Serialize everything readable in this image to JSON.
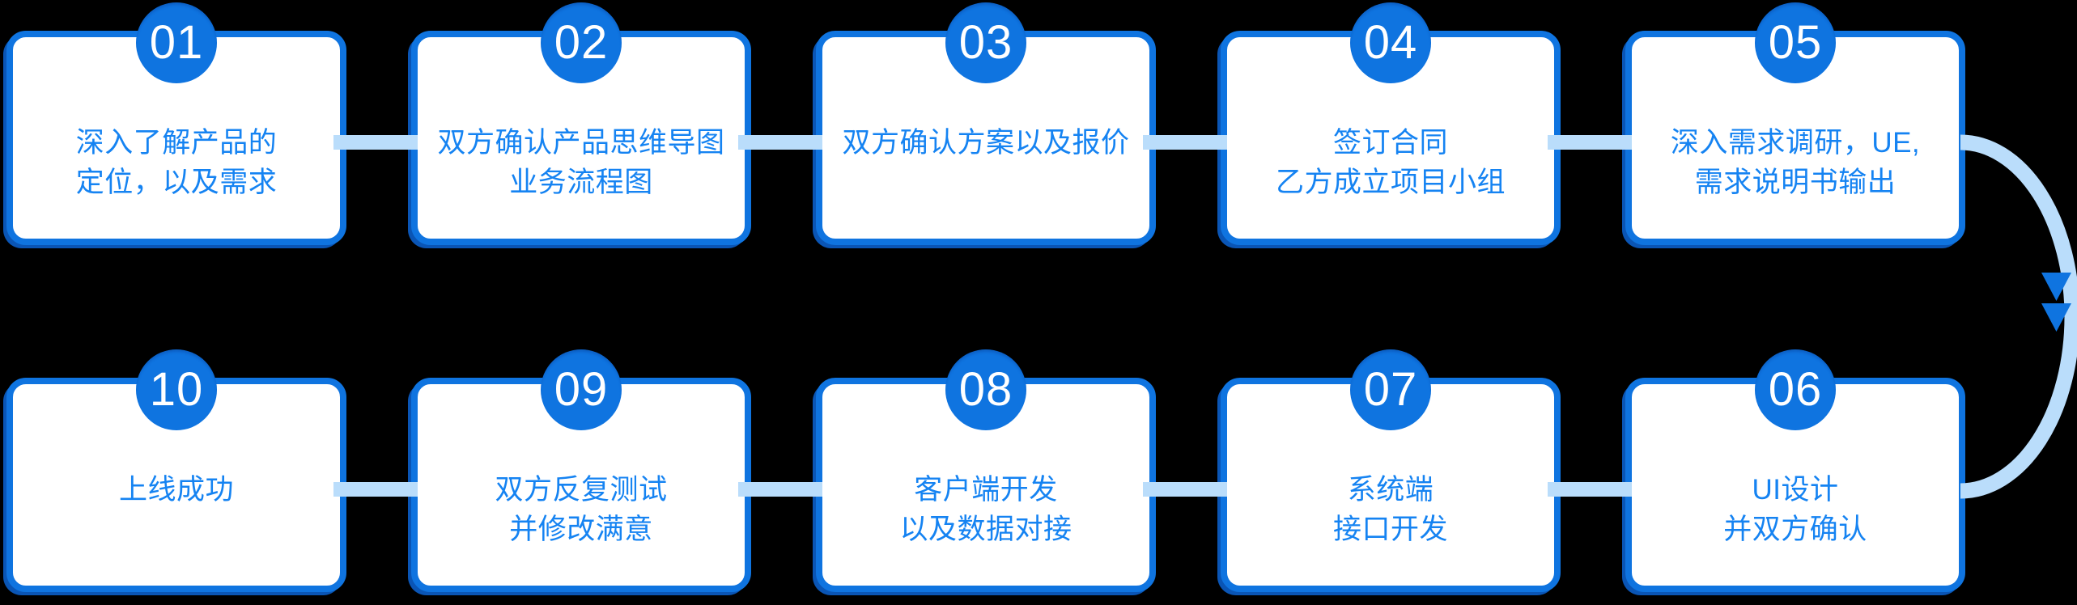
{
  "colors": {
    "accent": "#0F74E0",
    "accent_dark": "#0A55B5",
    "light_blue": "#BADDFB",
    "text_blue": "#1583F2",
    "card_bg": "#FFFFFF",
    "page_bg": "#000000",
    "number_color": "#FFFFFF"
  },
  "process": {
    "type": "flow",
    "flow_order": [
      "01",
      "02",
      "03",
      "04",
      "05",
      "06",
      "07",
      "08",
      "09",
      "10"
    ],
    "rows": [
      {
        "steps": [
          {
            "number": "01",
            "lines": [
              "深入了解产品的",
              "定位，以及需求"
            ]
          },
          {
            "number": "02",
            "lines": [
              "双方确认产品思维导图",
              "业务流程图"
            ]
          },
          {
            "number": "03",
            "lines": [
              "双方确认方案以及报价"
            ]
          },
          {
            "number": "04",
            "lines": [
              "签订合同",
              "乙方成立项目小组"
            ]
          },
          {
            "number": "05",
            "lines": [
              "深入需求调研，UE,",
              "需求说明书输出"
            ]
          }
        ]
      },
      {
        "steps": [
          {
            "number": "10",
            "lines": [
              "上线成功"
            ]
          },
          {
            "number": "09",
            "lines": [
              "双方反复测试",
              "并修改满意"
            ]
          },
          {
            "number": "08",
            "lines": [
              "客户端开发",
              "以及数据对接"
            ]
          },
          {
            "number": "07",
            "lines": [
              "系统端",
              "接口开发"
            ]
          },
          {
            "number": "06",
            "lines": [
              "UI设计",
              "并双方确认"
            ]
          }
        ]
      }
    ],
    "arrow": {
      "description": "curved connector from step 05 to step 06",
      "direction": "down",
      "arrowheads": 2
    }
  }
}
